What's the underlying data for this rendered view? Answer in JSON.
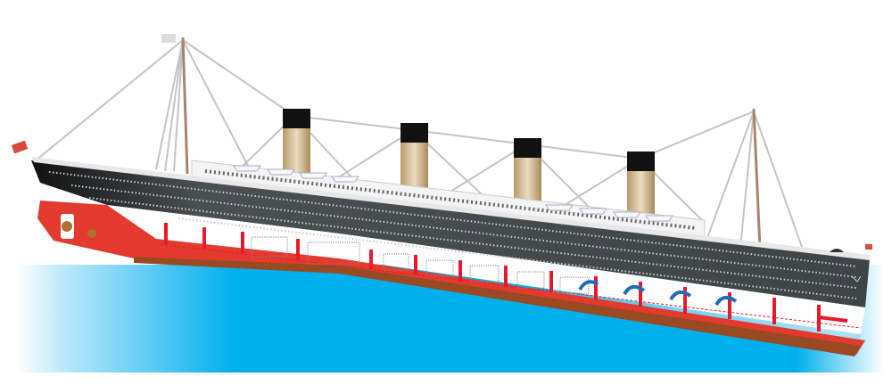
{
  "illustration": {
    "subject": "sinking-ocean-liner",
    "funnel_count": 4,
    "flooding_arrow_count": 4
  },
  "colors": {
    "water": "#00b0ec",
    "hull_dark": "#4a4f52",
    "hull_red": "#e23b2e",
    "keel_brown": "#9a4a22",
    "bulkhead_red": "#e8192c",
    "funnel_buff": "#d9c09a",
    "funnel_black": "#111111",
    "rigging": "#bfbfbf",
    "flood_arrow": "#1b6fb8"
  }
}
